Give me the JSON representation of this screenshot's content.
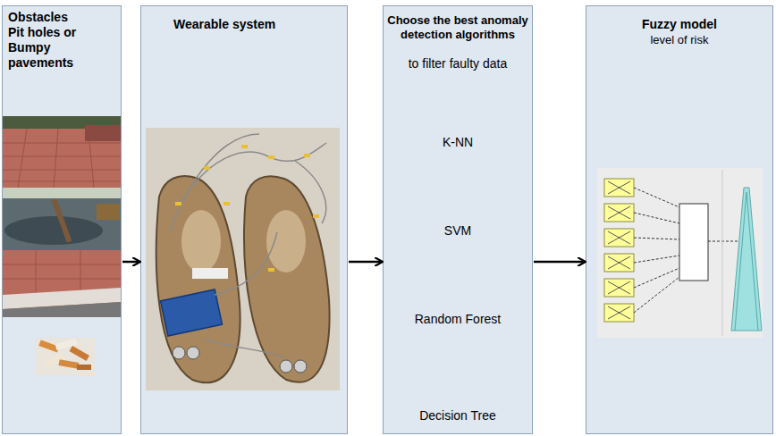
{
  "diagram": {
    "nodes": [
      {
        "text": [
          "Obstacles",
          "Pit holes or Bumpy pavements"
        ]
      },
      {
        "text": [
          "Wearable system"
        ]
      },
      {
        "text": [
          "Choose the best anomaly detection algorithms",
          "to filter faulty data",
          "K-NN",
          "SVM",
          "Random Forest",
          "Decision Tree"
        ]
      },
      {
        "text": [
          "Fuzzy model",
          "level of risk"
        ]
      }
    ],
    "edges": [
      {
        "from": 0,
        "to": 1,
        "arrow": "to"
      },
      {
        "from": 1,
        "to": 2,
        "arrow": "to"
      },
      {
        "from": 2,
        "to": 3,
        "arrow": "to"
      }
    ]
  }
}
